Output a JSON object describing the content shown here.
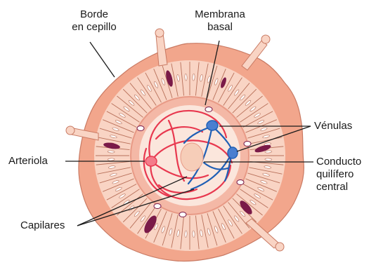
{
  "labels": {
    "brush_border": [
      "Borde",
      "en cepillo"
    ],
    "basement_membrane": [
      "Membrana",
      "basal"
    ],
    "venules": [
      "Vénulas"
    ],
    "arteriole": [
      "Arteriola"
    ],
    "lacteal": [
      "Conducto",
      "quilífero",
      "central"
    ],
    "capillaries": [
      "Capilares"
    ]
  },
  "colors": {
    "epithelium_outer": "#f2a68c",
    "epithelium_fill": "#f9d4c4",
    "cell_line": "#b8705a",
    "lamina": "#f4b8a6",
    "core": "#fbe6dc",
    "artery": "#e8384f",
    "vein": "#1f5fb5",
    "lacteal": "#f6cdb8",
    "goblet": "#7a1a48",
    "goblet_light": "#f8f2f4",
    "leader": "#1a1a1a"
  }
}
